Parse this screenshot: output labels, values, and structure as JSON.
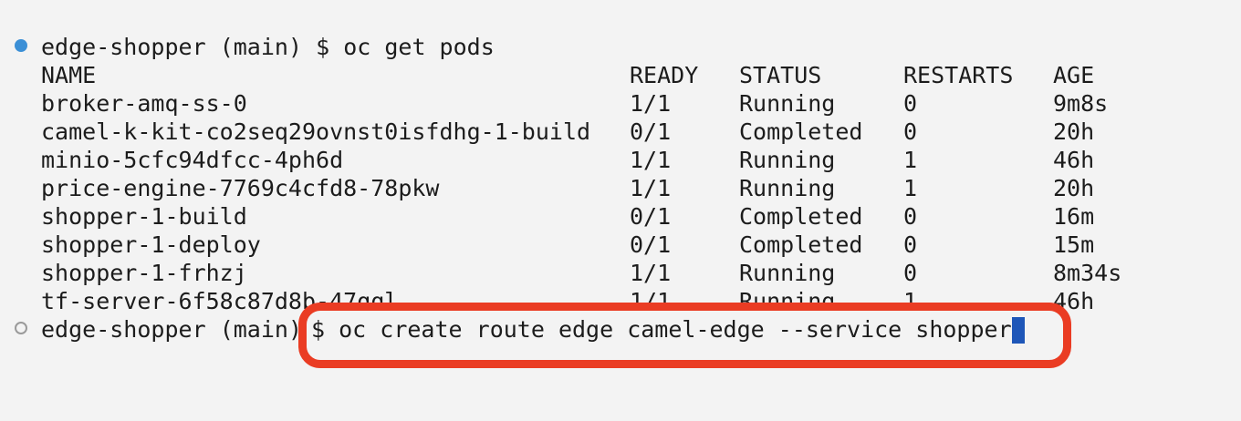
{
  "prompt1": {
    "dir": "edge-shopper",
    "branch": "(main)",
    "symbol": "$",
    "command": "oc get pods"
  },
  "table": {
    "headers": [
      "NAME",
      "READY",
      "STATUS",
      "RESTARTS",
      "AGE"
    ],
    "rows": [
      [
        "broker-amq-ss-0",
        "1/1",
        "Running",
        "0",
        "9m8s"
      ],
      [
        "camel-k-kit-co2seq29ovnst0isfdhg-1-build",
        "0/1",
        "Completed",
        "0",
        "20h"
      ],
      [
        "minio-5cfc94dfcc-4ph6d",
        "1/1",
        "Running",
        "1",
        "46h"
      ],
      [
        "price-engine-7769c4cfd8-78pkw",
        "1/1",
        "Running",
        "1",
        "20h"
      ],
      [
        "shopper-1-build",
        "0/1",
        "Completed",
        "0",
        "16m"
      ],
      [
        "shopper-1-deploy",
        "0/1",
        "Completed",
        "0",
        "15m"
      ],
      [
        "shopper-1-frhzj",
        "1/1",
        "Running",
        "0",
        "8m34s"
      ],
      [
        "tf-server-6f58c87d8b-47qql",
        "1/1",
        "Running",
        "1",
        "46h"
      ]
    ]
  },
  "prompt2": {
    "dir": "edge-shopper",
    "branch": "(main)",
    "symbol": "$",
    "command": "oc create route edge camel-edge --service shopper"
  },
  "colors": {
    "background": "#f3f3f3",
    "text": "#1c1c1c",
    "marker_done": "#3b8fd6",
    "marker_pending": "#9a9a9a",
    "cursor": "#1e56b8",
    "highlight": "#ea3c23"
  },
  "icons": {
    "marker_done": "filled-circle",
    "marker_pending": "hollow-circle"
  }
}
